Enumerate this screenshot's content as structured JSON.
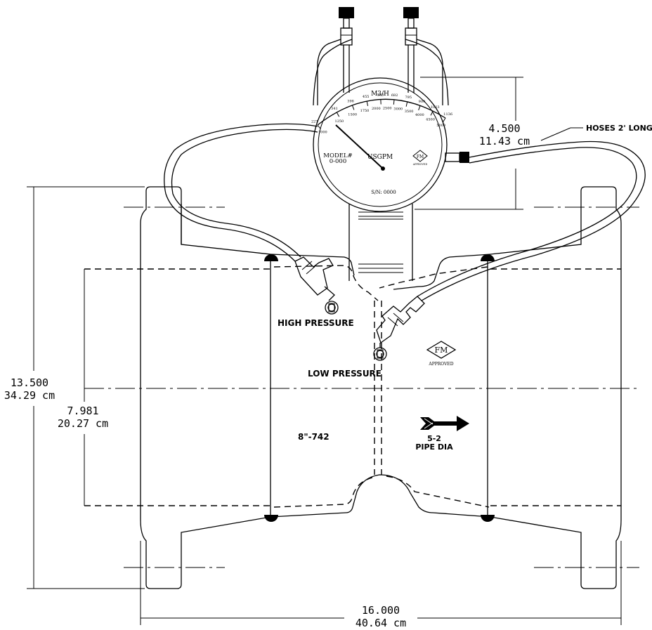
{
  "gauge": {
    "scale_title": "M3/H",
    "unit_label": "USGPM",
    "model_label": "MODEL#",
    "model_value": "0-000",
    "serial": "S/N: 0000",
    "logo_text": "FM",
    "logo_sub": "APPROVED",
    "m3h_ticks": [
      "227",
      "341",
      "398",
      "455",
      "568",
      "682",
      "795",
      "909",
      "1023",
      "1136"
    ],
    "usgpm_ticks": [
      "1000",
      "1250",
      "1500",
      "1750",
      "2000",
      "2500",
      "3000",
      "3500",
      "4000",
      "4500",
      "5000"
    ]
  },
  "dimensions": {
    "gauge_height_in": "4.500",
    "gauge_height_cm": "11.43  cm",
    "overall_height_in": "13.500",
    "overall_height_cm": "34.29  cm",
    "inner_height_in": "7.981",
    "inner_height_cm": "20.27  cm",
    "overall_length_in": "16.000",
    "overall_length_cm": "40.64  cm"
  },
  "labels": {
    "hoses": "HOSES 2' LONG",
    "high_pressure": "HIGH PRESSURE",
    "low_pressure": "LOW PRESSURE",
    "model_code": "8\"-742",
    "flow_line1": "5-2",
    "flow_line2": "PIPE DIA",
    "fm_logo": "FM",
    "fm_sub": "APPROVED"
  }
}
